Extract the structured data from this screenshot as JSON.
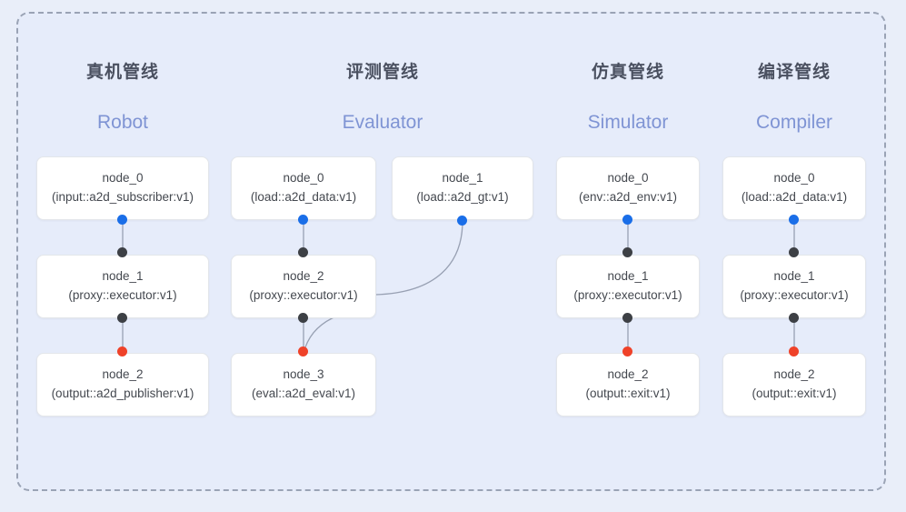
{
  "diagram": {
    "title_hidden": "",
    "background_color": "#e9eef9",
    "container_border_color": "#9aa3b5",
    "dot_colors": {
      "input": "#1a6ee8",
      "middle": "#3d4045",
      "output": "#ef4229"
    },
    "edge_color": "#8a93a6"
  },
  "columns": [
    {
      "id": "robot",
      "title_cn": "真机管线",
      "title_en": "Robot",
      "nodes": [
        {
          "name": "node_0",
          "type": "(input::a2d_subscriber:v1)"
        },
        {
          "name": "node_1",
          "type": "(proxy::executor:v1)"
        },
        {
          "name": "node_2",
          "type": "(output::a2d_publisher:v1)"
        }
      ]
    },
    {
      "id": "evaluator",
      "title_cn": "评测管线",
      "title_en": "Evaluator",
      "nodes": [
        {
          "name": "node_0",
          "type": "(load::a2d_data:v1)"
        },
        {
          "name": "node_1",
          "type": "(load::a2d_gt:v1)"
        },
        {
          "name": "node_2",
          "type": "(proxy::executor:v1)"
        },
        {
          "name": "node_3",
          "type": "(eval::a2d_eval:v1)"
        }
      ]
    },
    {
      "id": "simulator",
      "title_cn": "仿真管线",
      "title_en": "Simulator",
      "nodes": [
        {
          "name": "node_0",
          "type": "(env::a2d_env:v1)"
        },
        {
          "name": "node_1",
          "type": "(proxy::executor:v1)"
        },
        {
          "name": "node_2",
          "type": "(output::exit:v1)"
        }
      ]
    },
    {
      "id": "compiler",
      "title_cn": "编译管线",
      "title_en": "Compiler",
      "nodes": [
        {
          "name": "node_0",
          "type": "(load::a2d_data:v1)"
        },
        {
          "name": "node_1",
          "type": "(proxy::executor:v1)"
        },
        {
          "name": "node_2",
          "type": "(output::exit:v1)"
        }
      ]
    }
  ]
}
